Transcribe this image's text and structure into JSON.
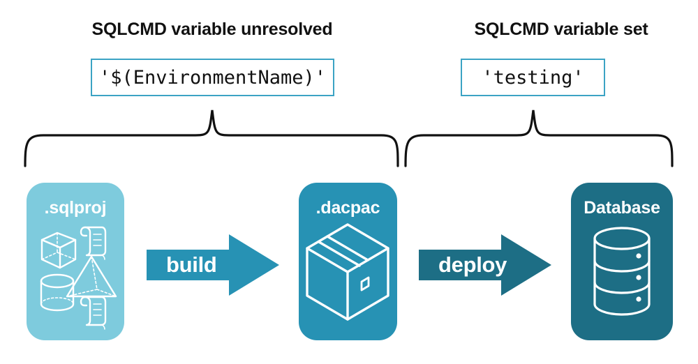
{
  "diagram": {
    "title_left": "SQLCMD variable unresolved",
    "title_right": "SQLCMD variable set",
    "code_left": "'$(EnvironmentName)'",
    "code_right": "'testing'",
    "stages": [
      {
        "id": "sqlproj",
        "label": ".sqlproj",
        "color": "#7ecbdd",
        "icons": [
          "cube-icon",
          "scroll-icon",
          "pyramid-icon",
          "cylinder-icon",
          "scroll-icon"
        ]
      },
      {
        "id": "dacpac",
        "label": ".dacpac",
        "color": "#2792b4",
        "icons": [
          "package-box-icon"
        ]
      },
      {
        "id": "database",
        "label": "Database",
        "color": "#1d6e85",
        "icons": [
          "database-cylinder-icon"
        ]
      }
    ],
    "arrows": [
      {
        "id": "build",
        "label": "build",
        "color": "#2792b4"
      },
      {
        "id": "deploy",
        "label": "deploy",
        "color": "#1d6e85"
      }
    ],
    "colors": {
      "light_teal": "#7ecbdd",
      "mid_teal": "#2792b4",
      "dark_teal": "#1d6e85",
      "border_teal": "#3ba3c4",
      "brace_black": "#111111",
      "background": "#ffffff"
    }
  }
}
